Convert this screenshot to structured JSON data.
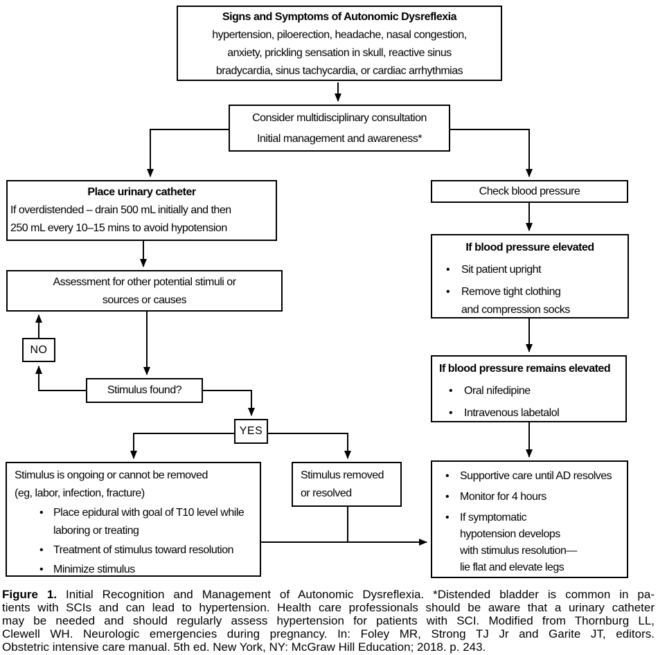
{
  "colors": {
    "ink": "#000000",
    "background": "#ffffff"
  },
  "figure": {
    "boxes": {
      "signs": {
        "title": "Signs and Symptoms of Autonomic Dysreflexia",
        "body": "hypertension, piloerection, headache, nasal congestion,\nanxiety, prickling sensation in skull, reactive sinus\nbradycardia, sinus tachycardia, or cardiac arrhythmias"
      },
      "consult": {
        "line1": "Consider multidisciplinary consultation",
        "line2": "Initial management and awareness*"
      },
      "catheter": {
        "title": "Place urinary catheter",
        "body": "If overdistended – drain 500 mL initially and then\n250 mL every 10–15 mins to avoid hypotension"
      },
      "assessment": {
        "body": "Assessment for other potential stimuli or\nsources or causes"
      },
      "no_label": "NO",
      "stimulus_found": {
        "body": "Stimulus found?"
      },
      "yes_label": "YES",
      "ongoing": {
        "lead": "Stimulus is ongoing or cannot be removed\n(eg, labor, infection, fracture)",
        "bullets": [
          "Place epidural with goal of T10 level while\nlaboring or treating",
          "Treatment of stimulus toward resolution",
          "Minimize stimulus"
        ]
      },
      "removed": {
        "body": "Stimulus removed\nor resolved"
      },
      "check_bp": {
        "body": "Check blood pressure"
      },
      "bp_elevated": {
        "title": "If blood pressure elevated",
        "bullets": [
          "Sit patient upright",
          "Remove tight clothing\nand compression socks"
        ]
      },
      "bp_remains": {
        "title": "If blood pressure remains elevated",
        "bullets": [
          "Oral nifedipine",
          "Intravenous labetalol"
        ]
      },
      "supportive": {
        "bullets": [
          "Supportive care until AD resolves",
          "Monitor for 4 hours",
          "If symptomatic\nhypotension develops\nwith stimulus resolution—\nlie flat and elevate legs"
        ]
      }
    }
  },
  "caption": {
    "label": "Figure 1.",
    "lines": [
      " Initial Recognition and Management of Autonomic Dysreflexia. *Distended bladder is common in pa-",
      "tients with SCIs and can lead to hypertension. Health care professionals should be aware that a urinary catheter",
      "may be needed and should regularly assess hypertension for patients with SCI. Modified from Thornburg LL,",
      "Clewell WH. Neurologic emergencies during pregnancy. In: Foley MR, Strong TJ Jr and Garite JT, editors.",
      "Obstetric intensive care manual. 5th ed. New York, NY: McGraw Hill Education; 2018. p. 243."
    ]
  }
}
